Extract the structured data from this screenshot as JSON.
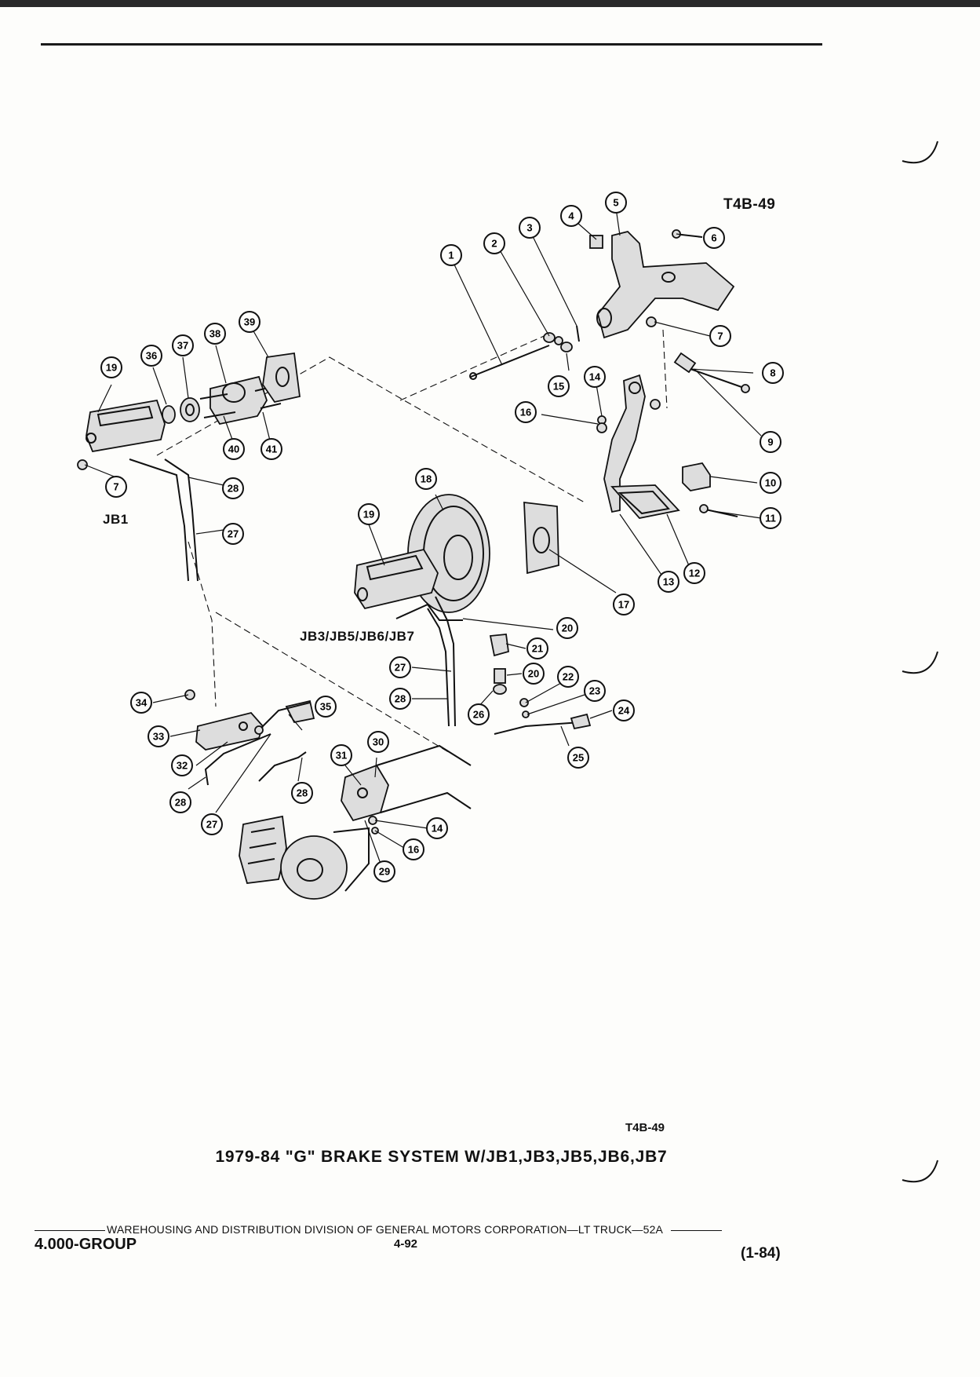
{
  "figure_code_top": "T4B-49",
  "figure_code_bottom": "T4B-49",
  "caption": "1979-84 \"G\" BRAKE SYSTEM W/JB1,JB3,JB5,JB6,JB7",
  "variant_labels": {
    "jb1": "JB1",
    "jb3_7": "JB3/JB5/JB6/JB7"
  },
  "footer": {
    "division": "WAREHOUSING AND DISTRIBUTION  DIVISION OF GENERAL MOTORS CORPORATION—LT TRUCK—52A",
    "group": "4.000-GROUP",
    "page": "4-92",
    "date": "(1-84)"
  },
  "callouts": [
    "1",
    "2",
    "3",
    "4",
    "5",
    "6",
    "7",
    "8",
    "9",
    "10",
    "11",
    "12",
    "13",
    "14",
    "15",
    "16",
    "17",
    "18",
    "19",
    "20",
    "21",
    "22",
    "23",
    "24",
    "25",
    "26",
    "27",
    "28",
    "29",
    "30",
    "31",
    "32",
    "33",
    "34",
    "35",
    "36",
    "37",
    "38",
    "39",
    "40",
    "41"
  ]
}
